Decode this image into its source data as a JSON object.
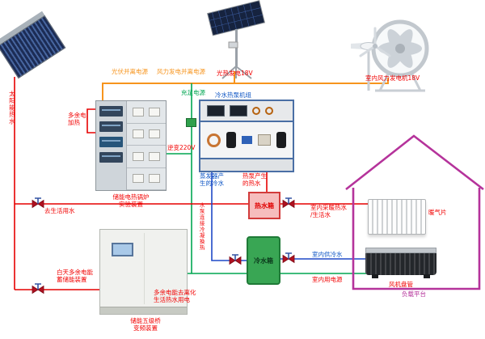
{
  "colors": {
    "hot_water_line": "#e60000",
    "chilled_water_line": "#1f49c7",
    "electric_line": "#00a651",
    "power_bus_line": "#f7941d",
    "house_outline": "#b5339b",
    "label_red": "#f20000",
    "label_blue": "#0d55c4",
    "label_green": "#00a651"
  },
  "labels": {
    "solar_hot_water": "太阳能热水",
    "pv_generation": "光热发电18V",
    "wind_generation": "室内风力发电机18V",
    "pv_grid_power": "光伏并离电源",
    "wind_grid_power": "风力发电并离电源",
    "charge_power": "充足电源",
    "heat_pump_unit": "冷水热泵机组",
    "inverter_220v": "逆变220V",
    "surplus_electric_heating": "多余电\n加热",
    "boiler_device": "储能电热锅炉\n实验装置",
    "to_domestic_water": "去生活用水",
    "evaporator_cold_water": "蒸发器产\n生的冷水",
    "heat_pump_hot_water": "热泵产生\n的热水",
    "hot_water_tank": "热水箱",
    "cold_water_tank": "冷水箱",
    "condenser_heat_exchange": "水泵连接冷凝换热",
    "daytime_surplus_storage": "白天多余电能\n蓄储能装置",
    "inverter_device": "储能五级桥\n变频装置",
    "surplus_to_domestic": "多余电能去离化\n生活热水用电",
    "indoor_heating_water": "室内采暖热水\n/生活水",
    "indoor_cold_supply": "室内供冷水",
    "indoor_power_supply": "室内用电源",
    "radiator": "暖气片",
    "fan_coil": "风机盘管",
    "load_platform": "负载平台"
  }
}
